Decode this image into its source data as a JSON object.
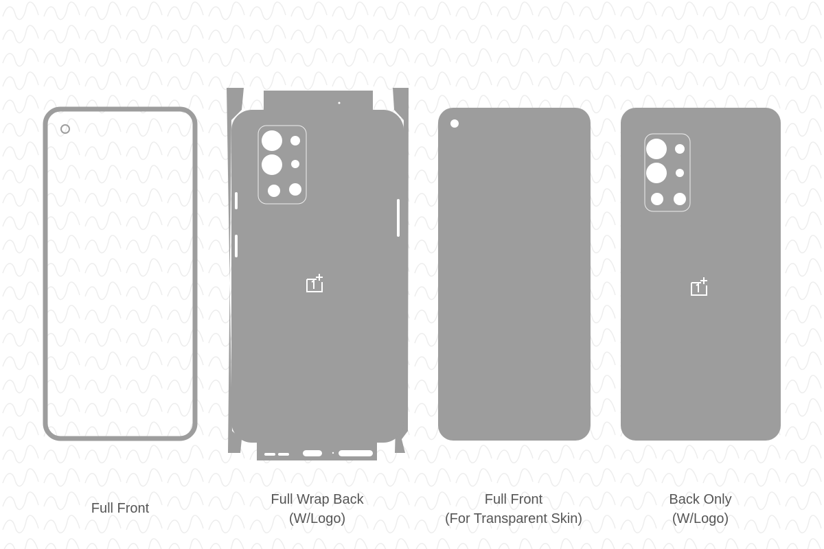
{
  "colors": {
    "skin_fill": "#9d9d9d",
    "cutout": "#ffffff",
    "label_text": "#555555",
    "watermark": "#ececec"
  },
  "templates": [
    {
      "title": "Full Front",
      "subtitle": ""
    },
    {
      "title": "Full Wrap Back",
      "subtitle": "(W/Logo)"
    },
    {
      "title": "Full Front",
      "subtitle": "(For Transparent Skin)"
    },
    {
      "title": "Back Only",
      "subtitle": "(W/Logo)"
    }
  ],
  "brand_logo": "1+"
}
